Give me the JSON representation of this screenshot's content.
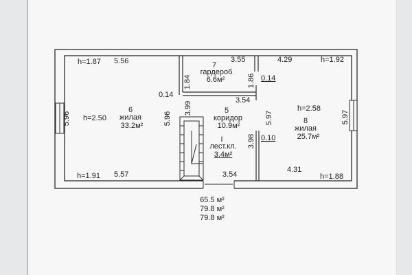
{
  "rooms": [
    {
      "number": "5",
      "name": "коридор",
      "area": "10.9м²"
    },
    {
      "number": "6",
      "name": "жилая",
      "area": "33.2м²"
    },
    {
      "number": "7",
      "name": "гардероб",
      "area": "6.6м²"
    },
    {
      "number": "8",
      "name": "жилая",
      "area": "25.7м²"
    },
    {
      "number": "I",
      "name": "лест.кл.",
      "area": "3.4м²"
    }
  ],
  "dimensions": {
    "room6_top": "5.56",
    "room6_bottom": "5.57",
    "room6_left": "5.96",
    "room6_right": "5.96",
    "room7_top": "3.55",
    "room7_left": "1.84",
    "room7_right": "1.86",
    "corridor_top": "3.54",
    "corridor_bottom": "3.54",
    "corridor_left": "3.99",
    "corridor_right": "5.97",
    "stair_right": "3.98",
    "room8_top": "4.29",
    "room8_bottom": "4.31",
    "room8_right": "5.97",
    "wall_a": "0.14",
    "wall_b": "0.14",
    "wall_c": "0.10"
  },
  "heights": {
    "room6_topleft": "h=1.87",
    "room6_center": "h=2.50",
    "room6_bottomleft": "h=1.91",
    "room8_topright": "h=1.92",
    "room8_center": "h=2.58",
    "room8_bottomright": "h=1.88"
  },
  "totals": [
    "65.5 м²",
    "79.8 м²",
    "79.8 м²"
  ]
}
